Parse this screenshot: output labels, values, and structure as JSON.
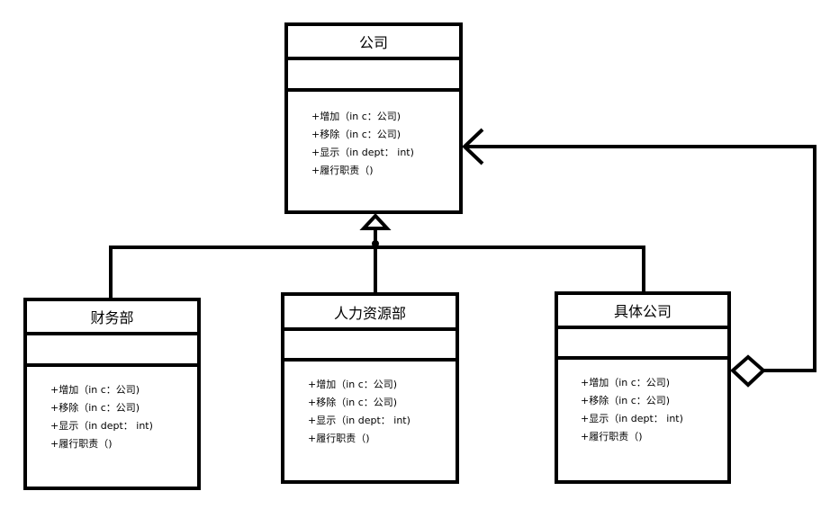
{
  "classes": {
    "company": {
      "name": "公司",
      "operations": [
        "+增加（in c：公司)",
        "+移除（in c：公司)",
        "+显示（in dept： int)",
        "+履行职责（)"
      ]
    },
    "finance": {
      "name": "财务部",
      "operations": [
        "+增加（in c：公司)",
        "+移除（in c：公司)",
        "+显示（in dept： int)",
        "+履行职责（)"
      ]
    },
    "hr": {
      "name": "人力资源部",
      "operations": [
        "+增加（in c：公司)",
        "+移除（in c：公司)",
        "+显示（in dept： int)",
        "+履行职责（)"
      ]
    },
    "concrete": {
      "name": "具体公司",
      "operations": [
        "+增加（in c：公司)",
        "+移除（in c：公司)",
        "+显示（in dept： int)",
        "+履行职责（)"
      ]
    }
  },
  "relations": [
    {
      "type": "generalization",
      "from": "finance",
      "to": "company"
    },
    {
      "type": "generalization",
      "from": "hr",
      "to": "company"
    },
    {
      "type": "generalization",
      "from": "concrete",
      "to": "company"
    },
    {
      "type": "aggregation",
      "whole": "concrete",
      "part": "company"
    }
  ]
}
